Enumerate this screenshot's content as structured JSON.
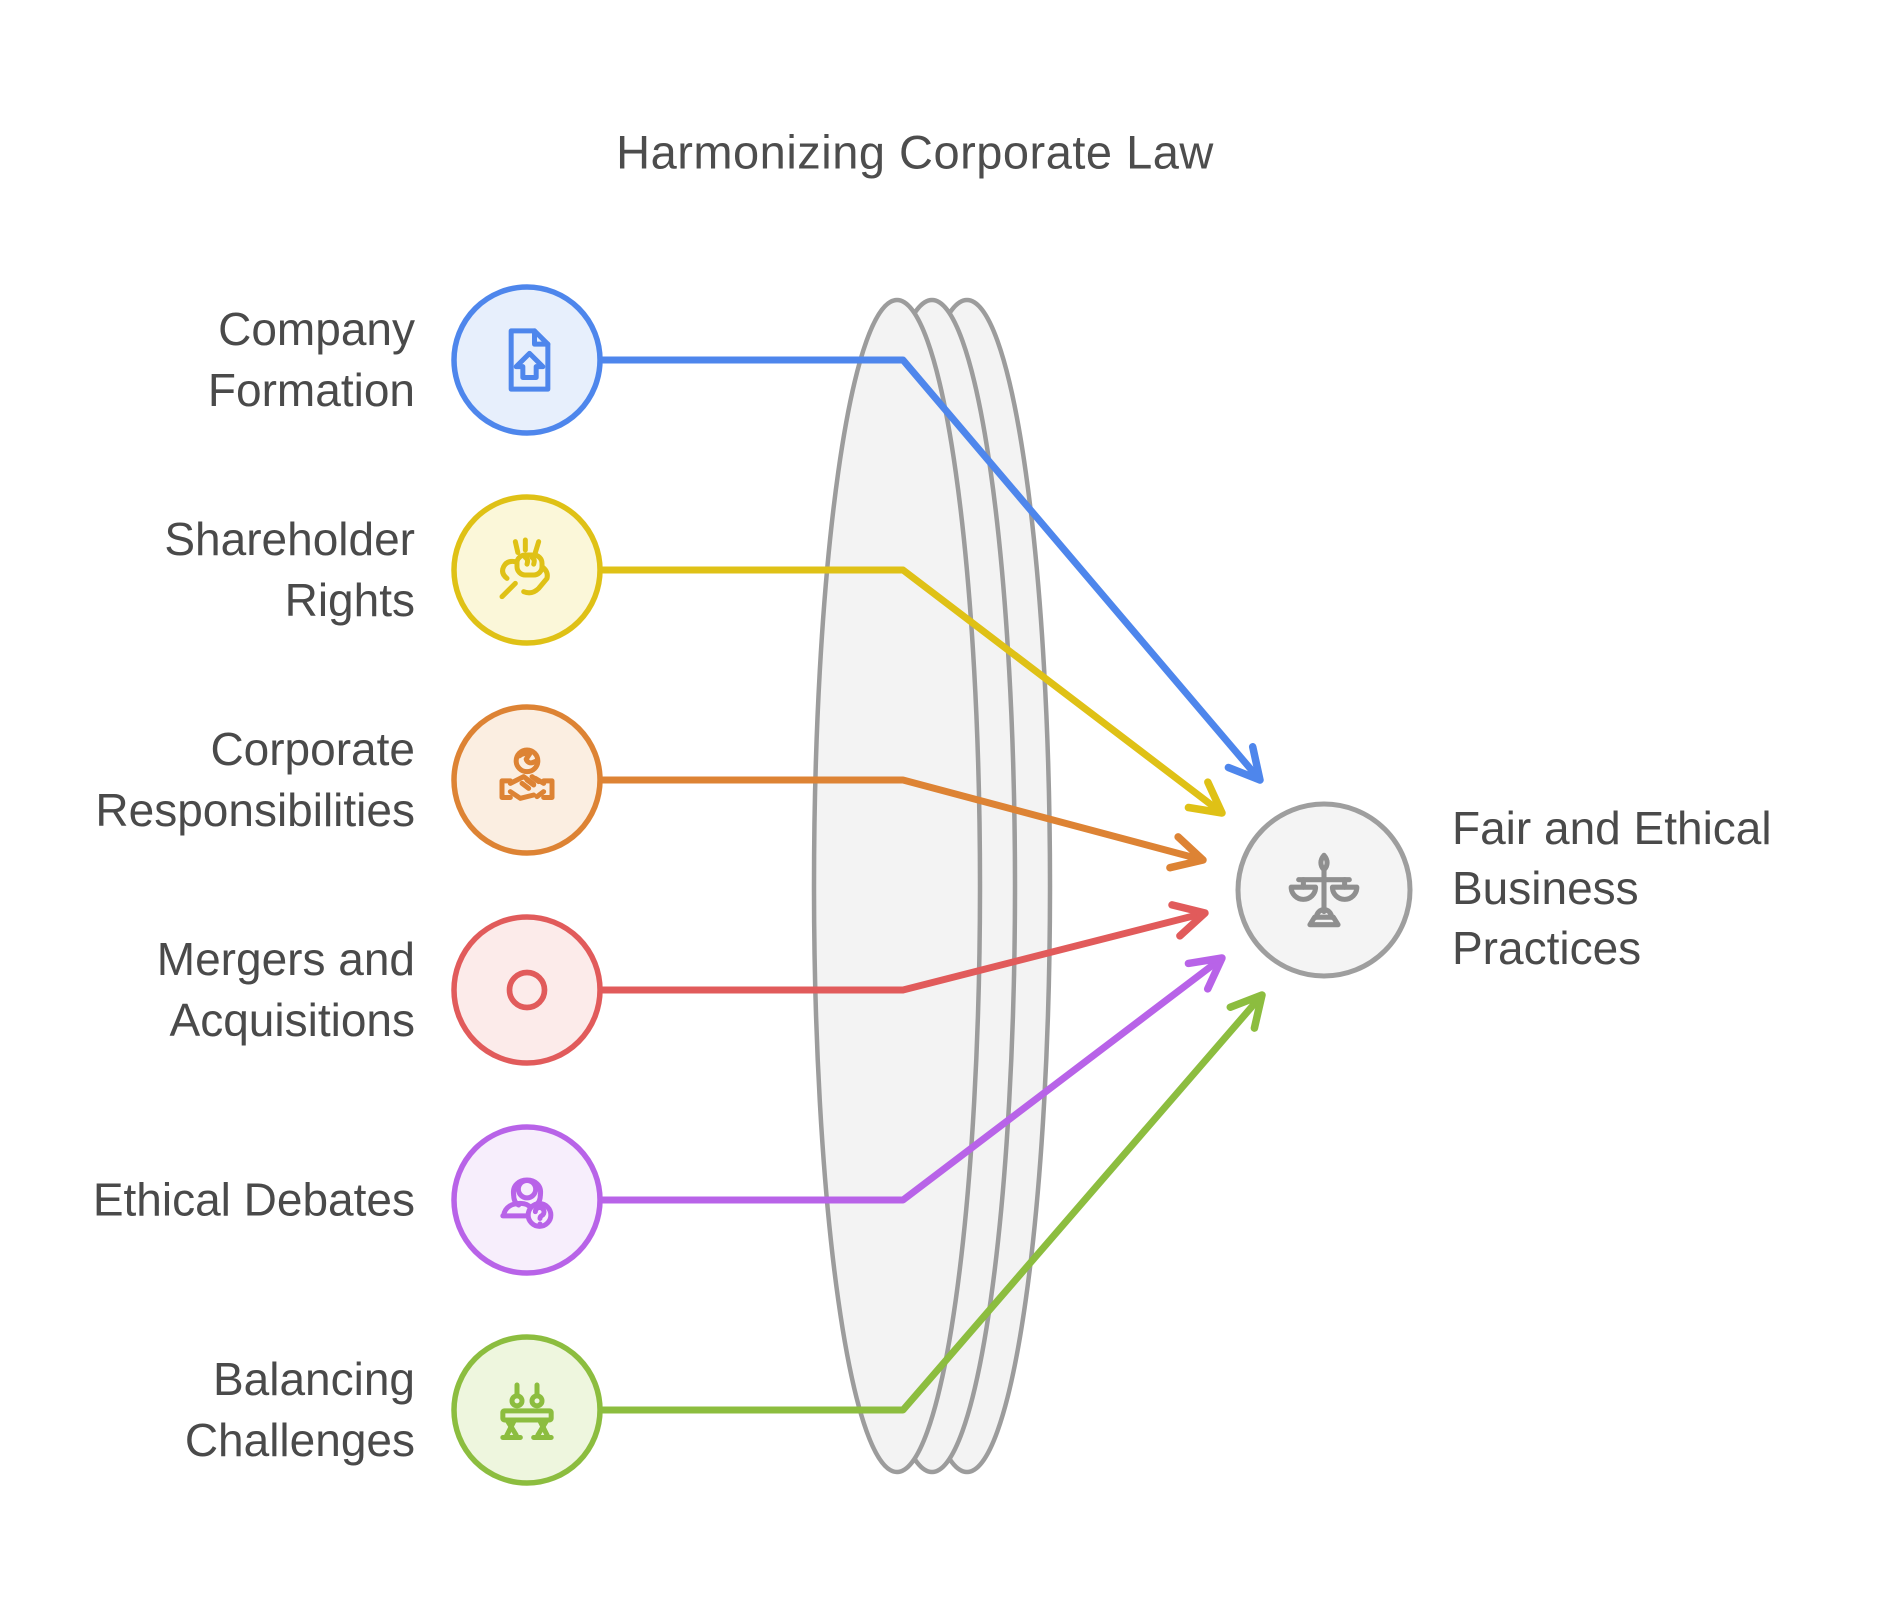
{
  "title": "Harmonizing Corporate Law",
  "text_color": "#4a4a4a",
  "lens": {
    "stroke": "#9c9c9c",
    "fill": "#f3f3f3"
  },
  "items": [
    {
      "label": "Company\nFormation",
      "icon": "document-home-icon",
      "color": "#4e86ec",
      "tint": "#e7effc"
    },
    {
      "label": "Shareholder\nRights",
      "icon": "hands-unity-icon",
      "color": "#dfc116",
      "tint": "#fbf7d9"
    },
    {
      "label": "Corporate\nResponsibilities",
      "icon": "handshake-globe-icon",
      "color": "#dd8334",
      "tint": "#fbeee1"
    },
    {
      "label": "Mergers and\nAcquisitions",
      "icon": "ring-icon",
      "color": "#e15b5b",
      "tint": "#fcebea"
    },
    {
      "label": "Ethical Debates",
      "icon": "person-question-icon",
      "color": "#b863e8",
      "tint": "#f7eefc"
    },
    {
      "label": "Balancing\nChallenges",
      "icon": "balance-beam-icon",
      "color": "#8cbd3f",
      "tint": "#eef6de"
    }
  ],
  "outcome": {
    "label": "Fair and Ethical\nBusiness\nPractices",
    "icon": "scales-of-justice-icon",
    "color": "#9e9e9e",
    "tint": "#f4f4f4",
    "icon_color": "#8f8f8f"
  }
}
